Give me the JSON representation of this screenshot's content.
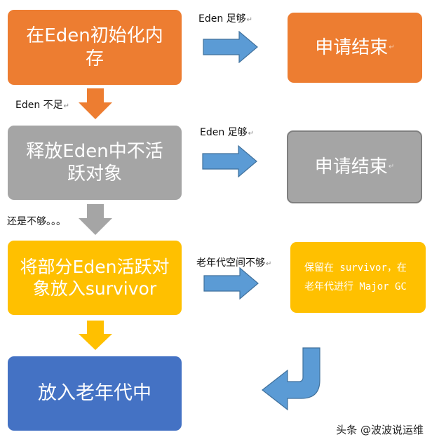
{
  "colors": {
    "orange": "#ED7D31",
    "gray": "#A5A5A5",
    "yellow": "#FFC000",
    "blue": "#4472C4",
    "side_arrow": "#5B9BD5"
  },
  "steps": [
    {
      "text": "在Eden初始化内存",
      "side_label": "Eden 足够",
      "result": "申请结束"
    },
    {
      "text": "释放Eden中不活跃对象",
      "side_label": "Eden 足够",
      "result": "申请结束"
    },
    {
      "text": "将部分Eden活跃对象放入survivor",
      "side_label": "老年代空间不够",
      "result": "保留在 survivor，在老年代进行 Major GC"
    },
    {
      "text": "放入老年代中"
    }
  ],
  "down_labels": [
    "Eden 不足",
    "还是不够。。。"
  ],
  "paragraph_mark": "↵",
  "watermark": "头条 @波波说运维"
}
